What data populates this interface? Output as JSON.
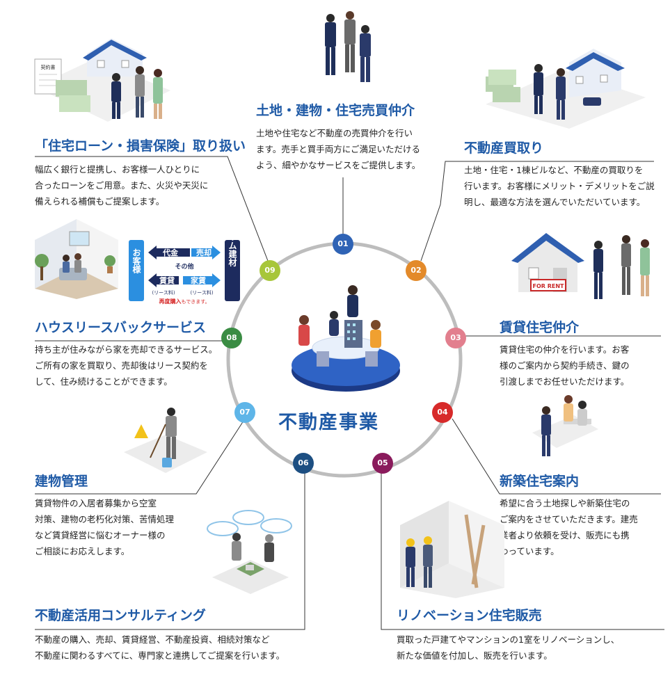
{
  "center": {
    "title": "不動産事業"
  },
  "colors": {
    "accent": "#1f5aa6",
    "n01": "#2f63b5",
    "n02": "#e38a2a",
    "n03": "#e27f8e",
    "n04": "#d72a2a",
    "n05": "#8a1b5c",
    "n06": "#1d4f82",
    "n07": "#5eb5e8",
    "n08": "#3a8c43",
    "n09": "#a7c63a"
  },
  "services": [
    {
      "num": "01",
      "title": "土地・建物・住宅売買仲介",
      "lines": [
        "土地や住宅など不動産の売買仲介を行い",
        "ます。売手と買手両方にご満足いただける",
        "よう、細やかなサービスをご提供します。"
      ]
    },
    {
      "num": "02",
      "title": "不動産買取り",
      "lines": [
        "土地・住宅・1棟ビルなど、不動産の買取りを",
        "行います。お客様にメリット・デメリットをご説",
        "明し、最適な方法を選んでいただいています。"
      ]
    },
    {
      "num": "03",
      "title": "賃貸住宅仲介",
      "lines": [
        "賃貸住宅の仲介を行います。お客",
        "様のご案内から契約手続き、鍵の",
        "引渡しまでお任せいただけます。"
      ]
    },
    {
      "num": "04",
      "title": "新築住宅案内",
      "lines": [
        "希望に合う土地探しや新築住宅の",
        "ご案内をさせていただきます。建売",
        "業者より依頼を受け、販売にも携",
        "わっています。"
      ]
    },
    {
      "num": "05",
      "title": "リノベーション住宅販売",
      "lines": [
        "買取った戸建てやマンションの1室をリノベーションし、",
        "新たな価値を付加し、販売を行います。"
      ]
    },
    {
      "num": "06",
      "title": "不動産活用コンサルティング",
      "lines": [
        "不動産の購入、売却、賃貸経営、不動産投資、相続対策など",
        "不動産に関わるすべてに、専門家と連携してご提案を行います。"
      ]
    },
    {
      "num": "07",
      "title": "建物管理",
      "lines": [
        "賃貸物件の入居者募集から空室",
        "対策、建物の老朽化対策、苦情処理",
        "など賃貸経営に悩むオーナー様の",
        "ご相談にお応えします。"
      ]
    },
    {
      "num": "08",
      "title": "ハウスリースバックサービス",
      "lines": [
        "持ち主が住みながら家を売却できるサービス。",
        "ご所有の家を買取り、売却後はリース契約を",
        "して、住み続けることができます。"
      ]
    },
    {
      "num": "09",
      "title": "「住宅ローン・損害保険」取り扱い",
      "lines": [
        "幅広く銀行と提携し、お客様一人ひとりに",
        "合ったローンをご用意。また、火災や天災に",
        "備えられる補償もご提案します。"
      ]
    }
  ],
  "leaseback": {
    "left": "お客様",
    "right": "ホーム建材",
    "price": "代金",
    "sell": "売却",
    "other": "その他",
    "rent": "賃貸",
    "rent_fee": "家賃",
    "lease_left": "(リース料)",
    "lease_right": "(リース料)",
    "note_bold": "再度購入",
    "note_rest": "もできます。"
  },
  "sign_text": "FOR RENT",
  "doc_text": "契約書"
}
